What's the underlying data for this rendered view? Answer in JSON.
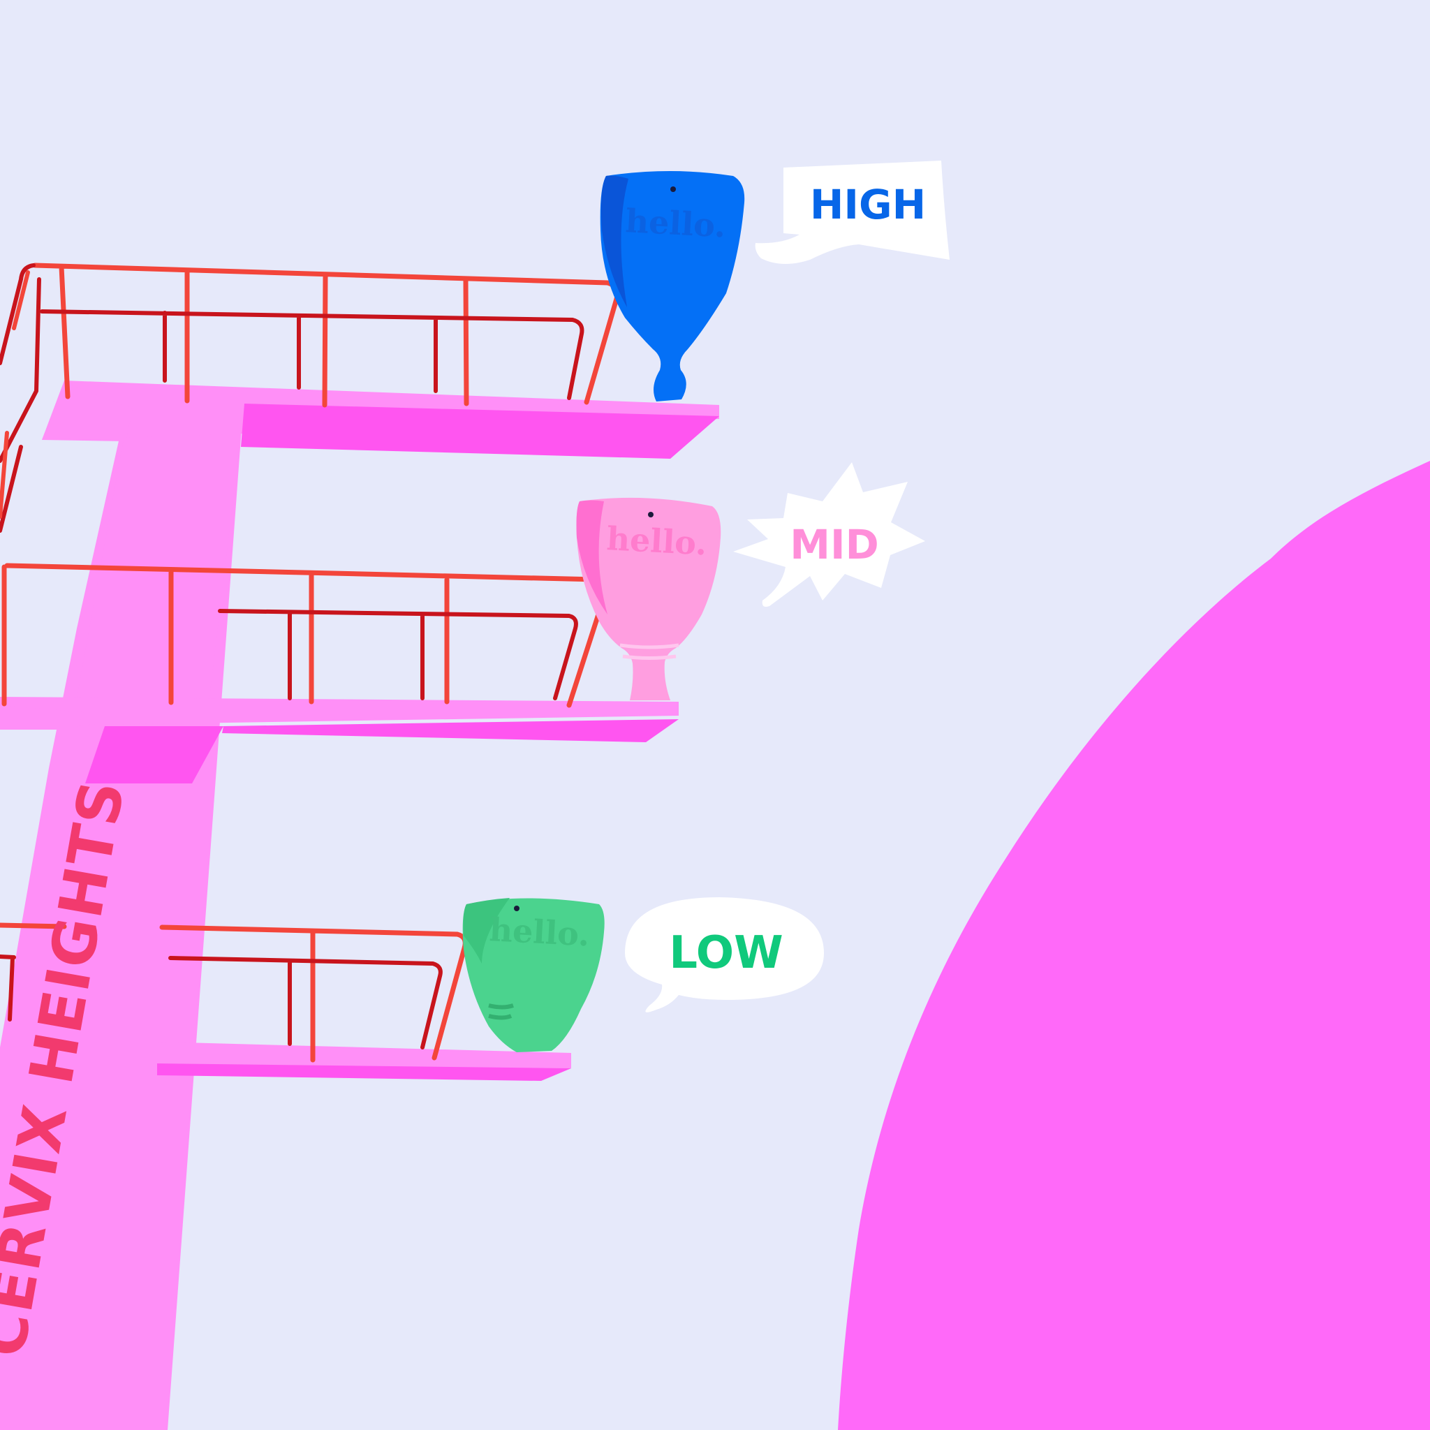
{
  "colors": {
    "background": "#e6e9fa",
    "hill": "#ff69f9",
    "tower_light": "#ff8ff7",
    "tower_dark": "#ff55f0",
    "railing": "#f3453a",
    "railing_dark": "#c8141c",
    "title": "#f23a6e",
    "cup_high": "#0470f6",
    "cup_mid": "#ff9ee0",
    "cup_low": "#4bd38e",
    "bubble": "#ffffff"
  },
  "tower": {
    "title": "CERVIX HEIGHTS"
  },
  "cups": {
    "high": {
      "logo": "hello.",
      "label": "HIGH",
      "label_color": "#0766e8",
      "bubble_shape": "rectangle"
    },
    "mid": {
      "logo": "hello.",
      "label": "MID",
      "label_color": "#ff8fd9",
      "bubble_shape": "starburst"
    },
    "low": {
      "logo": "hello.",
      "label": "LOW",
      "label_color": "#10c97c",
      "bubble_shape": "oval"
    }
  }
}
